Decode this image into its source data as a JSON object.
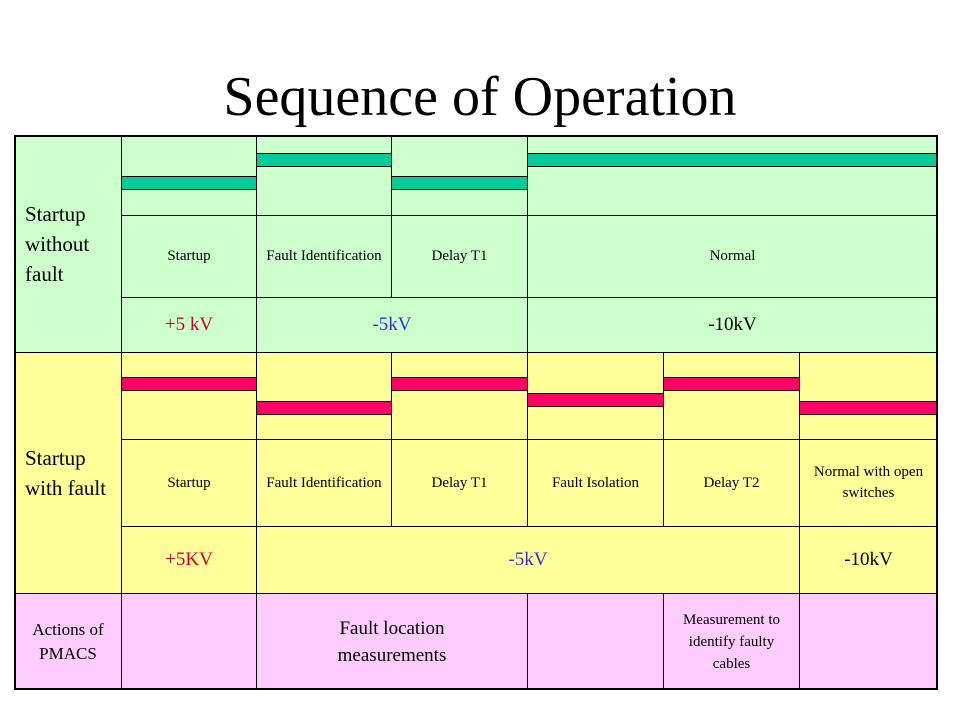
{
  "title": "Sequence of Operation",
  "colors": {
    "no_fault_bg": "#ccffcc",
    "fault_bg": "#ffff99",
    "actions_bg": "#ffccff",
    "no_fault_bar": "#00cc99",
    "fault_bar": "#ff0066",
    "red_text": "#cc0033",
    "blue_text": "#3333cc"
  },
  "rows": {
    "without_fault": {
      "label": "Startup without fault",
      "phases": [
        "Startup",
        "Fault Identification",
        "Delay T1",
        "Normal"
      ],
      "voltages": [
        "+5 kV",
        "-5kV",
        "-10kV"
      ]
    },
    "with_fault": {
      "label": "Startup with fault",
      "phases": [
        "Startup",
        "Fault Identification",
        "Delay T1",
        "Fault Isolation",
        "Delay T2",
        "Normal with open switches"
      ],
      "voltages": [
        "+5KV",
        "-5kV",
        "-10kV"
      ]
    },
    "actions": {
      "label": "Actions of PMACS",
      "items": [
        "Fault location measurements",
        "Measurement to identify faulty cables"
      ]
    }
  }
}
